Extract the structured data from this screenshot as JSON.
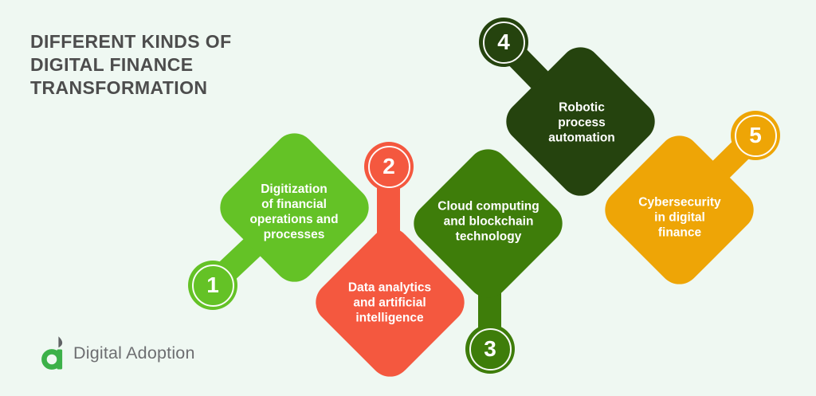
{
  "background": "#eff8f2",
  "title": {
    "lines": [
      "DIFFERENT KINDS OF",
      "DIGITAL FINANCE",
      "TRANSFORMATION"
    ],
    "color": "#4d4d4d"
  },
  "kinds": [
    {
      "number": "1",
      "label": "Digitization of financial operations and processes",
      "lines": [
        "Digitization",
        "of financial",
        "operations and",
        "processes"
      ],
      "color": "#64c226",
      "badge_position": "bottom-left"
    },
    {
      "number": "2",
      "label": "Data analytics and artificial intelligence",
      "lines": [
        "Data analytics",
        "and artificial",
        "intelligence"
      ],
      "color": "#f4583f",
      "badge_position": "top"
    },
    {
      "number": "3",
      "label": "Cloud computing and blockchain technology",
      "lines": [
        "Cloud computing",
        "and blockchain",
        "technology"
      ],
      "color": "#3e7d0a",
      "badge_position": "bottom"
    },
    {
      "number": "4",
      "label": "Robotic process automation",
      "lines": [
        "Robotic",
        "process",
        "automation"
      ],
      "color": "#25430e",
      "badge_position": "top-left"
    },
    {
      "number": "5",
      "label": "Cybersecurity in digital finance",
      "lines": [
        "Cybersecurity",
        "in digital",
        "finance"
      ],
      "color": "#eea506",
      "badge_position": "top-right"
    }
  ],
  "shape_text_color": "#ffffff",
  "brand": {
    "name": "Digital Adoption",
    "icon_green": "#3cb149",
    "icon_gray": "#606265",
    "text_color": "#6d6e71"
  }
}
